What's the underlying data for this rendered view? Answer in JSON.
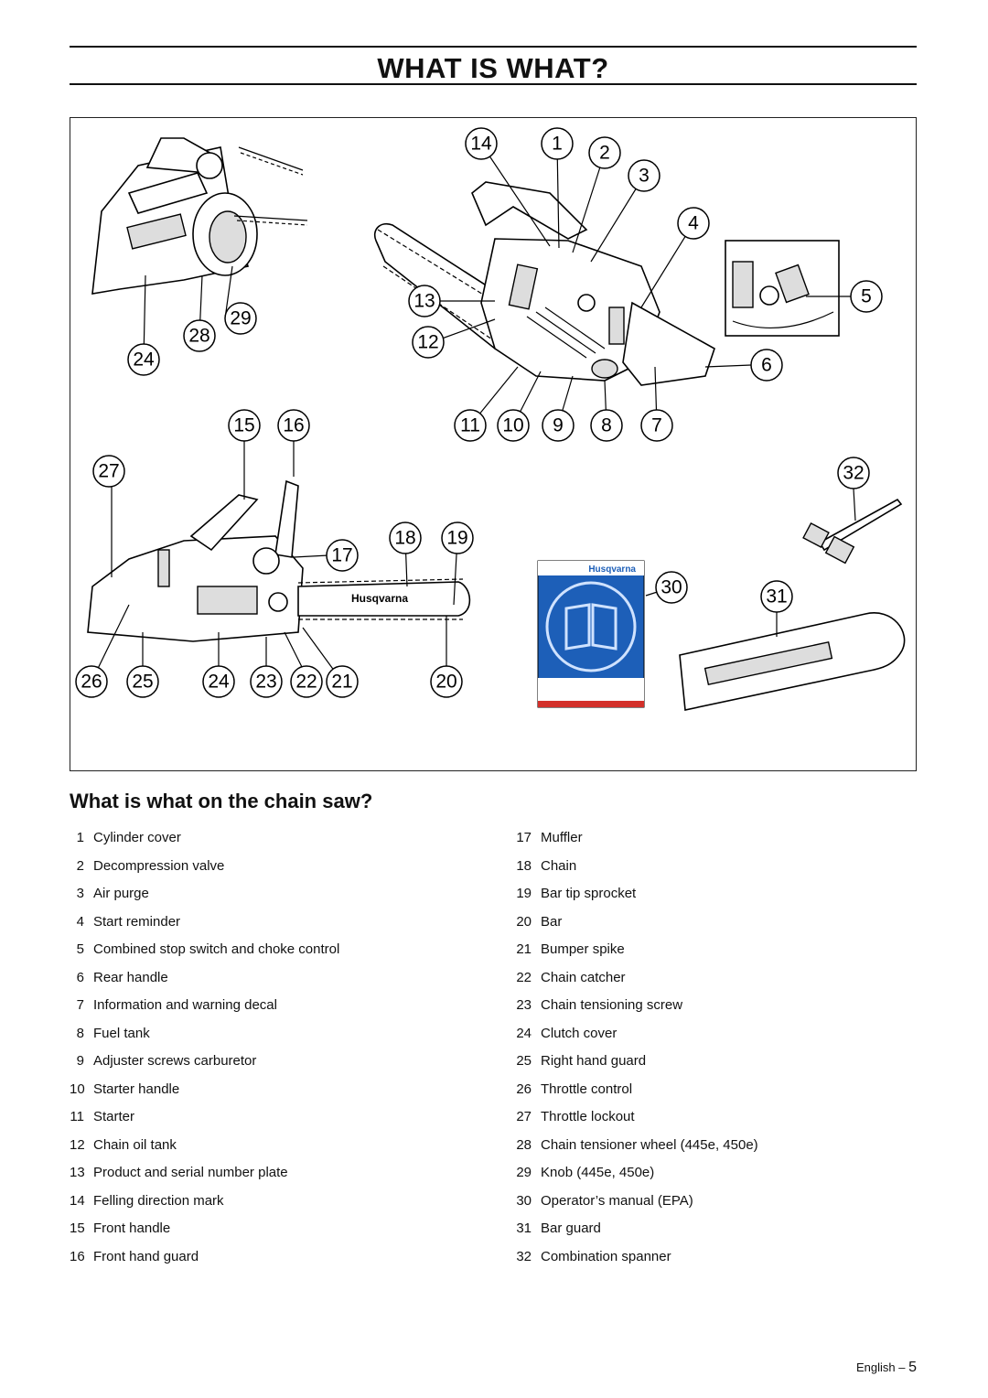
{
  "header": {
    "title": "WHAT IS WHAT?"
  },
  "section": {
    "title": "What is what on the chain saw?"
  },
  "figure": {
    "callouts": [
      "14",
      "1",
      "2",
      "3",
      "4",
      "5",
      "13",
      "12",
      "6",
      "29",
      "28",
      "24",
      "15",
      "16",
      "11",
      "10",
      "9",
      "8",
      "7",
      "27",
      "32",
      "18",
      "19",
      "17",
      "30",
      "31",
      "26",
      "25",
      "24",
      "23",
      "22",
      "21",
      "20"
    ],
    "brand_bar": "Husqvarna",
    "brand_manual": "Husqvarna"
  },
  "parts_left": [
    {
      "num": "1",
      "label": "Cylinder cover"
    },
    {
      "num": "2",
      "label": "Decompression valve"
    },
    {
      "num": "3",
      "label": "Air purge"
    },
    {
      "num": "4",
      "label": "Start reminder"
    },
    {
      "num": "5",
      "label": "Combined stop switch and choke control"
    },
    {
      "num": "6",
      "label": "Rear handle"
    },
    {
      "num": "7",
      "label": "Information and warning decal"
    },
    {
      "num": "8",
      "label": "Fuel tank"
    },
    {
      "num": "9",
      "label": "Adjuster screws carburetor"
    },
    {
      "num": "10",
      "label": "Starter handle"
    },
    {
      "num": "11",
      "label": "Starter"
    },
    {
      "num": "12",
      "label": "Chain oil tank"
    },
    {
      "num": "13",
      "label": "Product and serial number plate"
    },
    {
      "num": "14",
      "label": "Felling direction mark"
    },
    {
      "num": "15",
      "label": "Front handle"
    },
    {
      "num": "16",
      "label": "Front hand guard"
    }
  ],
  "parts_right": [
    {
      "num": "17",
      "label": "Muffler"
    },
    {
      "num": "18",
      "label": "Chain"
    },
    {
      "num": "19",
      "label": "Bar tip sprocket"
    },
    {
      "num": "20",
      "label": "Bar"
    },
    {
      "num": "21",
      "label": "Bumper spike"
    },
    {
      "num": "22",
      "label": "Chain catcher"
    },
    {
      "num": "23",
      "label": "Chain tensioning screw"
    },
    {
      "num": "24",
      "label": "Clutch cover"
    },
    {
      "num": "25",
      "label": "Right hand guard"
    },
    {
      "num": "26",
      "label": "Throttle control"
    },
    {
      "num": "27",
      "label": "Throttle lockout"
    },
    {
      "num": "28",
      "label": "Chain tensioner wheel (445e, 450e)"
    },
    {
      "num": "29",
      "label": "Knob (445e, 450e)"
    },
    {
      "num": "30",
      "label": "Operator’s manual (EPA)"
    },
    {
      "num": "31",
      "label": "Bar guard"
    },
    {
      "num": "32",
      "label": "Combination spanner"
    }
  ],
  "footer": {
    "language": "English",
    "page": "5"
  }
}
